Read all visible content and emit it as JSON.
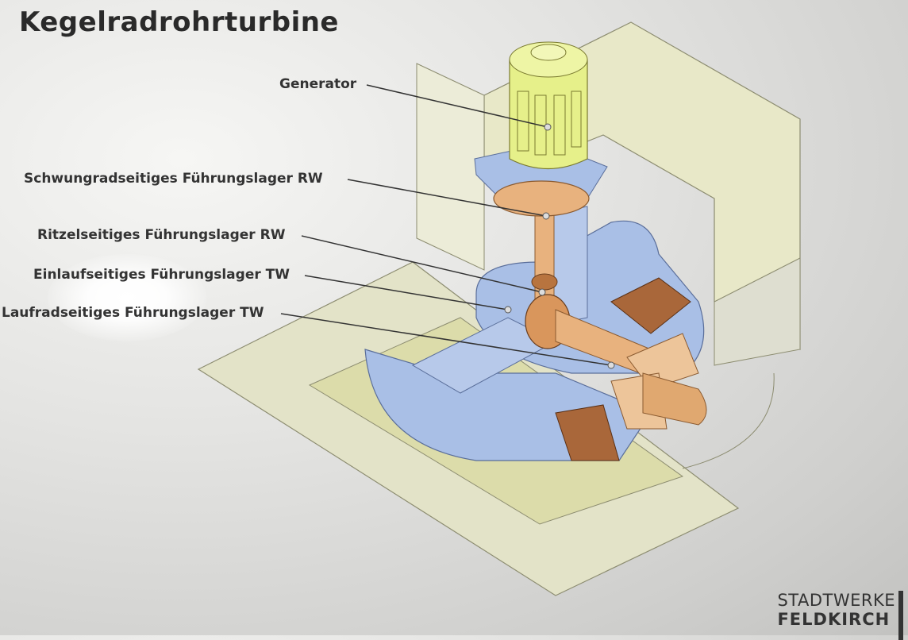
{
  "title": "Kegelradrohrturbine",
  "labels": [
    {
      "id": "generator",
      "text": "Generator"
    },
    {
      "id": "schwungrad",
      "text": "Schwungradseitiges Führungslager RW"
    },
    {
      "id": "ritzel",
      "text": "Ritzelseitiges Führungslager RW"
    },
    {
      "id": "einlauf",
      "text": "Einlaufseitiges Führungslager TW"
    },
    {
      "id": "laufrad",
      "text": "Laufradseitiges Führungslager TW"
    }
  ],
  "brand": {
    "line1": "STADTWERKE",
    "line2": "FELDKIRCH"
  },
  "colors": {
    "concrete": "#e6e6c4",
    "pipe": "#a9bfe6",
    "generator": "#e6f08a",
    "shaft": "#e8b27e",
    "bronze": "#a9673a"
  }
}
